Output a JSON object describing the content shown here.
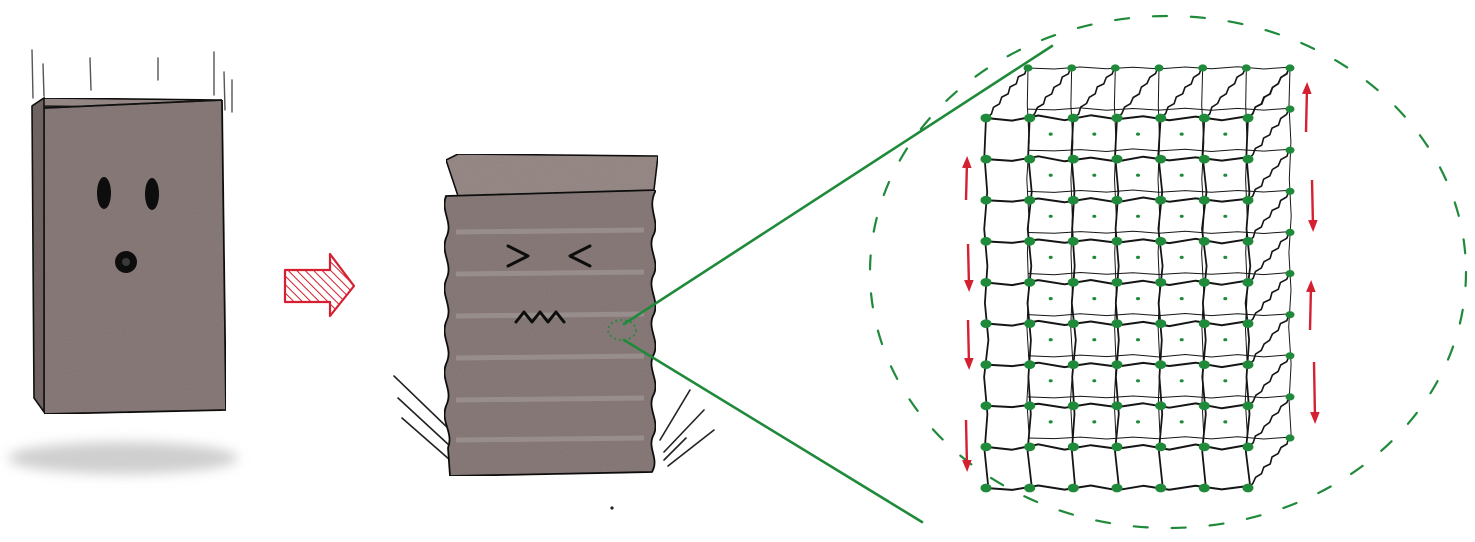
{
  "colors": {
    "block_fill": "#8a7c7a",
    "block_top": "#9a8c89",
    "block_side": "#6f6361",
    "outline": "#111111",
    "lattice_line": "#151515",
    "atom": "#1f8a3a",
    "zoom_line": "#1f8a3a",
    "arrow_red": "#d42030",
    "shadow": "#cfcfcf"
  },
  "icons": {
    "falling_block": "surprised-block-icon",
    "transition_arrow": "hatched-right-arrow-icon",
    "vibrating_block": "compressed-block-icon",
    "lattice": "atomic-lattice-icon"
  },
  "lattice": {
    "columns": 6,
    "rows": 9,
    "depth_steps": 1
  }
}
